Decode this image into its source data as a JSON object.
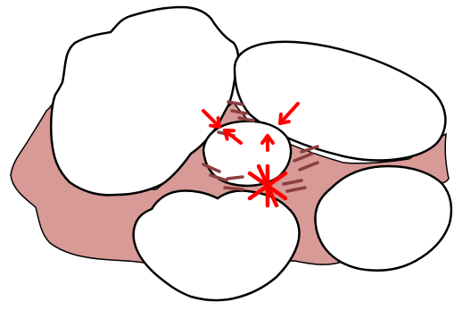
{
  "diagram": {
    "colors": {
      "background": "#ffffff",
      "matrix": "#d79a96",
      "grain_fill": "#ffffff",
      "outline": "#000000",
      "cement_stroke": "#8b3f3f",
      "arrow": "#ff0000"
    },
    "grains": [
      "top-left-grain",
      "oval-grain",
      "center-grain",
      "bottom-grain",
      "right-grain"
    ],
    "icons": [
      "arrow-icon",
      "cement-hatch-icon",
      "contact-star-icon"
    ]
  }
}
